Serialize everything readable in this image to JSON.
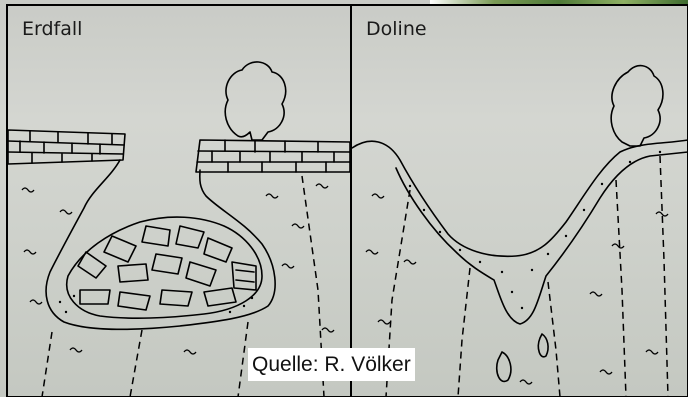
{
  "panels": {
    "left_title": "Erdfall",
    "right_title": "Doline"
  },
  "credit": "Quelle: R. Völker"
}
